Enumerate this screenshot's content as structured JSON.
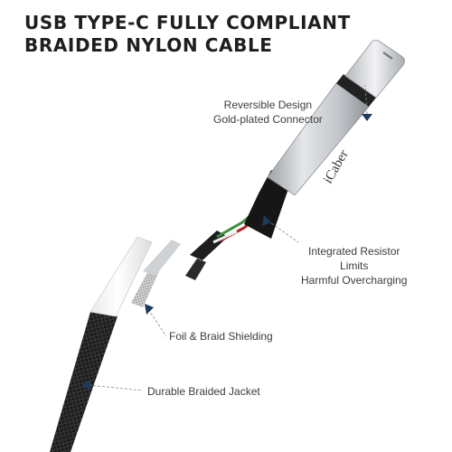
{
  "headline": {
    "line1": "USB TYPE-C FULLY COMPLIANT",
    "line2": "BRAIDED NYLON CABLE"
  },
  "brand": "iCaber",
  "callouts": {
    "connector": {
      "line1": "Reversible Design",
      "line2": "Gold-plated Connector"
    },
    "resistor": {
      "line1": "Integrated Resistor",
      "line2": "Limits",
      "line3": "Harmful Overcharging"
    },
    "shielding": {
      "line1": "Foil & Braid Shielding"
    },
    "jacket": {
      "line1": "Durable Braided Jacket"
    }
  },
  "colors": {
    "headline": "#1e1e1e",
    "callout_text": "#3c3c3c",
    "leader_line": "#8a8a8a",
    "arrow": "#1f3a5c",
    "braid": "#1c1c1c",
    "aluminum_shell": "#c9ccd0",
    "tip_metal": "#d8dadd"
  }
}
